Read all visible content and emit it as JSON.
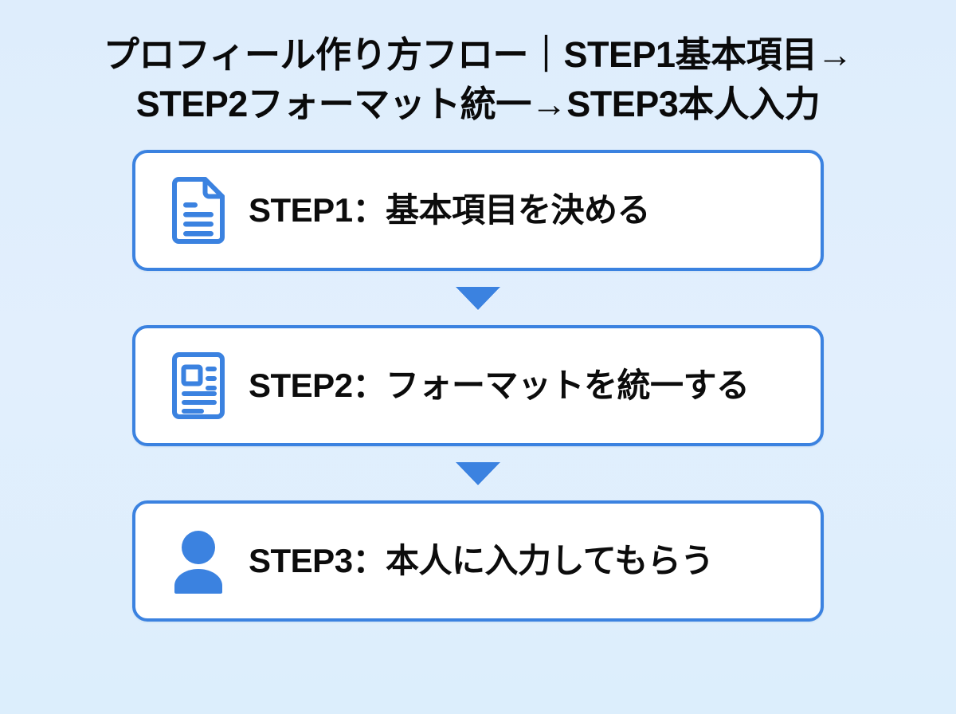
{
  "page": {
    "background_color": "#dfeefc",
    "accent_color": "#3b82e0",
    "text_color": "#0a0a0a",
    "box_background": "#ffffff"
  },
  "title": {
    "line1": "プロフィール作り方フロー｜STEP1基本項目→",
    "line2": "STEP2フォーマット統一→STEP3本人入力"
  },
  "flow": {
    "steps": [
      {
        "icon": "document-icon",
        "label": "STEP1：基本項目を決める"
      },
      {
        "icon": "form-document-icon",
        "label": "STEP2：フォーマットを統一する"
      },
      {
        "icon": "person-icon",
        "label": "STEP3：本人に入力してもらう"
      }
    ],
    "connectors": [
      {
        "icon": "arrow-down-icon"
      },
      {
        "icon": "arrow-down-icon"
      }
    ]
  }
}
